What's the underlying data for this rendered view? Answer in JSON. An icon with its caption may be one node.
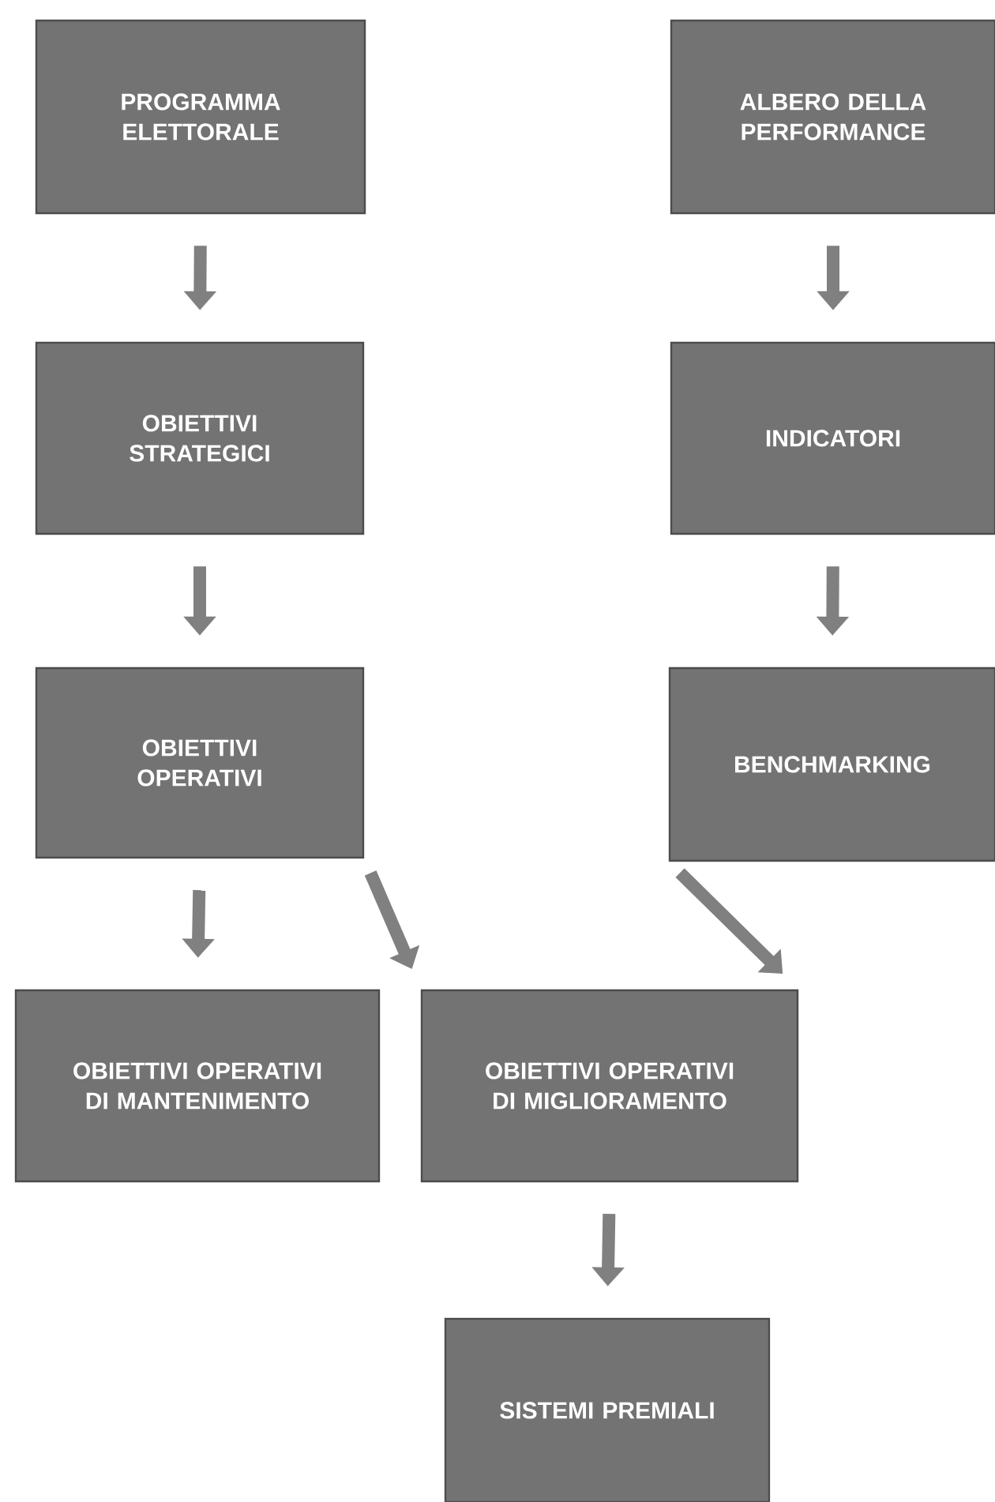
{
  "diagram": {
    "nodes": [
      {
        "text": [
          "PROGRAMMA ELETTORALE"
        ]
      },
      {
        "text": [
          "ALBERO DELLA PERFORMANCE"
        ]
      },
      {
        "text": [
          "OBIETTIVI STRATEGICI"
        ]
      },
      {
        "text": [
          "INDICATORI"
        ]
      },
      {
        "text": [
          "OBIETTIVI OPERATIVI"
        ]
      },
      {
        "text": [
          "BENCHMARKING"
        ]
      },
      {
        "text": [
          "OBIETTIVI OPERATIVI DI MANTENIMENTO"
        ]
      },
      {
        "text": [
          "OBIETTIVI OPERATIVI DI MIGLIORAMENTO"
        ]
      },
      {
        "text": [
          "SISTEMI PREMIALI"
        ]
      }
    ],
    "edges": [
      {
        "from": 0,
        "to": 2,
        "arrow": "to"
      },
      {
        "from": 1,
        "to": 3,
        "arrow": "to"
      },
      {
        "from": 2,
        "to": 4,
        "arrow": "to"
      },
      {
        "from": 3,
        "to": 5,
        "arrow": "to"
      },
      {
        "from": 4,
        "to": 6,
        "arrow": "to"
      },
      {
        "from": 4,
        "to": 7,
        "arrow": "to"
      },
      {
        "from": 5,
        "to": 7,
        "arrow": "to"
      },
      {
        "from": 7,
        "to": 8,
        "arrow": "to"
      }
    ]
  }
}
